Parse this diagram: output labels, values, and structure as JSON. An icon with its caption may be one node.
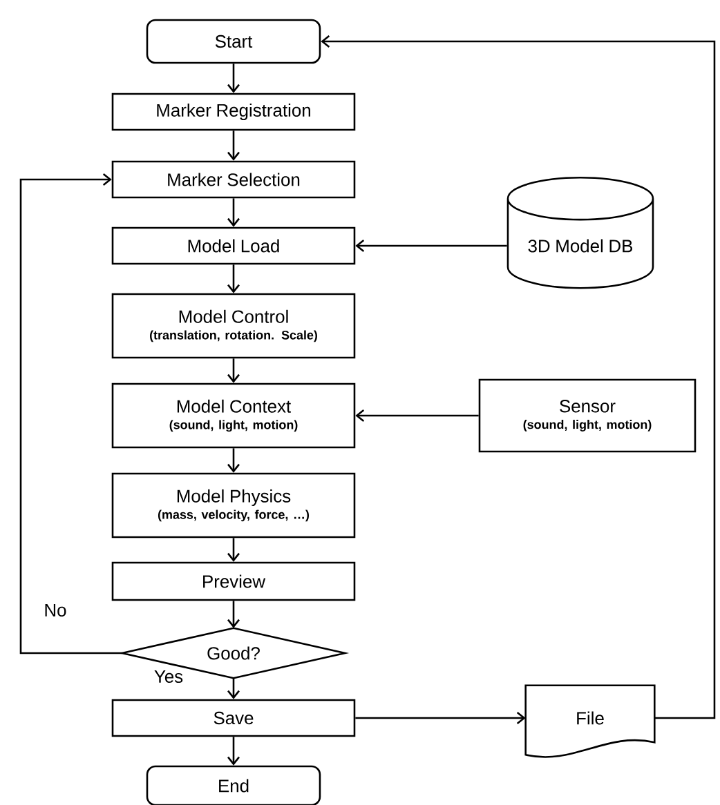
{
  "diagram": {
    "nodes": [
      {
        "text": [
          "Start"
        ]
      },
      {
        "text": [
          "Marker Registration"
        ]
      },
      {
        "text": [
          "Marker Selection"
        ]
      },
      {
        "text": [
          "Model Load"
        ]
      },
      {
        "text": [
          "Model Control",
          "(translation, rotation. Scale)"
        ]
      },
      {
        "text": [
          "Model Context",
          "(sound, light, motion)"
        ]
      },
      {
        "text": [
          "Model Physics",
          "(mass, velocity, force, …)"
        ]
      },
      {
        "text": [
          "Preview"
        ]
      },
      {
        "text": [
          "Good?"
        ]
      },
      {
        "text": [
          "Save"
        ]
      },
      {
        "text": [
          "End"
        ]
      },
      {
        "text": [
          "3D Model DB"
        ]
      },
      {
        "text": [
          "Sensor",
          "(sound, light, motion)"
        ]
      },
      {
        "text": [
          "File"
        ]
      }
    ],
    "edges": [
      {
        "from": 0,
        "to": 1,
        "arrow": "to"
      },
      {
        "from": 1,
        "to": 2,
        "arrow": "to"
      },
      {
        "from": 2,
        "to": 3,
        "arrow": "to"
      },
      {
        "from": 3,
        "to": 4,
        "arrow": "to"
      },
      {
        "from": 4,
        "to": 5,
        "arrow": "to"
      },
      {
        "from": 5,
        "to": 6,
        "arrow": "to"
      },
      {
        "from": 6,
        "to": 7,
        "arrow": "to"
      },
      {
        "from": 7,
        "to": 8,
        "arrow": "to"
      },
      {
        "from": 8,
        "to": 9,
        "arrow": "to",
        "label": "Yes"
      },
      {
        "from": 8,
        "to": 2,
        "arrow": "to",
        "label": "No"
      },
      {
        "from": 11,
        "to": 3,
        "arrow": "to"
      },
      {
        "from": 12,
        "to": 5,
        "arrow": "to"
      },
      {
        "from": 9,
        "to": 10,
        "arrow": "to"
      },
      {
        "from": 9,
        "to": 13,
        "arrow": "to"
      },
      {
        "from": 13,
        "to": 0,
        "arrow": "to"
      }
    ]
  }
}
